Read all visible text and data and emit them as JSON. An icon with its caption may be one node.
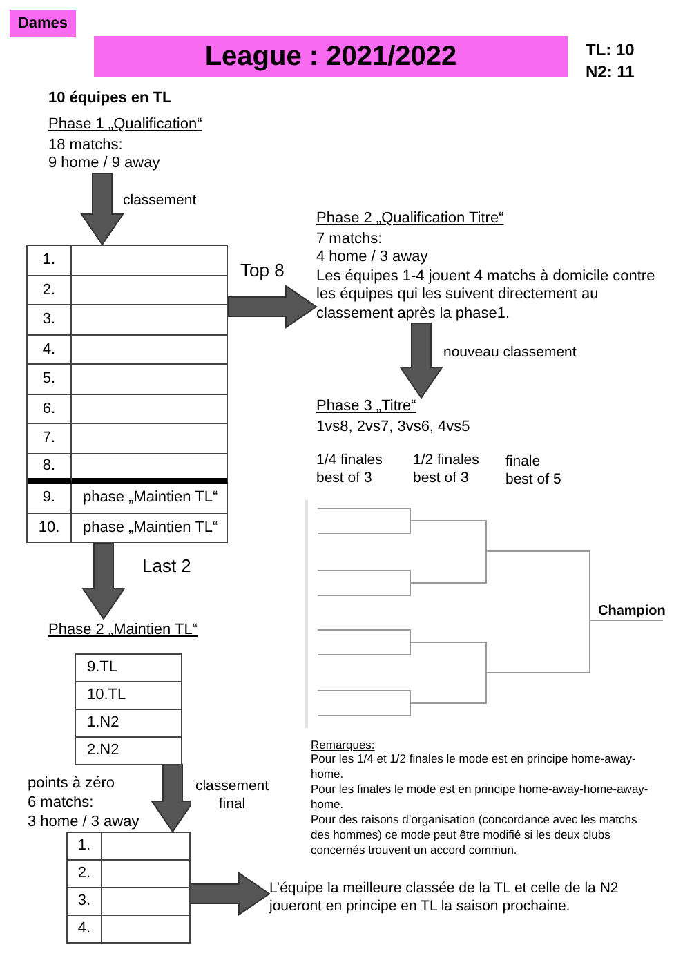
{
  "diagram": {
    "nodes": [
      {
        "text": [
          "Dames"
        ]
      },
      {
        "text": [
          "League : 2021/2022"
        ]
      },
      {
        "text": [
          "Phase 1 „Qualification“",
          "18 matchs:",
          "9 home / 9 away"
        ]
      },
      {
        "text": [
          "1.",
          "2.",
          "3.",
          "4.",
          "5.",
          "6.",
          "7.",
          "8.",
          "9.",
          "phase „Maintien TL“",
          "10.",
          "phase „Maintien TL“"
        ]
      },
      {
        "text": [
          "Phase 2 „Qualification Titre“",
          "7 matchs:",
          "4 home / 3 away",
          "Les équipes 1-4 jouent 4 matchs à domicile contre les équipes qui les suivent directement au classement après la phase1."
        ]
      },
      {
        "text": [
          "Phase 3 „Titre“",
          "1vs8, 2vs7, 3vs6, 4vs5"
        ]
      },
      {
        "text": [
          "Phase 2 „Maintien TL“",
          "9.TL",
          "10.TL",
          "1.N2",
          "2.N2"
        ]
      },
      {
        "text": [
          "1.",
          "2.",
          "3.",
          "4."
        ]
      },
      {
        "text": [
          "L’équipe la meilleure classée de la TL et celle de la N2 joueront en principe en TL la saison prochaine."
        ]
      }
    ],
    "edges": [
      {
        "from": 2,
        "to": 3,
        "arrow": "to",
        "label": "classement"
      },
      {
        "from": 3,
        "to": 4,
        "arrow": "to",
        "label": "Top 8"
      },
      {
        "from": 4,
        "to": 5,
        "arrow": "to",
        "label": "nouveau classement"
      },
      {
        "from": 3,
        "to": 6,
        "arrow": "to",
        "label": "Last 2"
      },
      {
        "from": 6,
        "to": 7,
        "arrow": "to",
        "label": "classement final"
      },
      {
        "from": 7,
        "to": 8,
        "arrow": "to"
      }
    ],
    "labels": [
      "TL: 10",
      "N2: 11",
      "10 équipes en TL",
      "1/4 finales best of 3",
      "1/2 finales best of 3",
      "finale best of 5",
      "Champion",
      "Remarques:",
      "Pour les 1/4 et 1/2 finales le mode est en principe home-away-home.",
      "Pour les finales le mode est en principe home-away-home-away-home.",
      "Pour des raisons d’organisation (concordance avec les matchs des hommes) ce mode peut être modifié si les deux clubs concernés trouvent un accord commun.",
      "points à zéro",
      "6 matchs:",
      "3 home / 3 away"
    ]
  }
}
